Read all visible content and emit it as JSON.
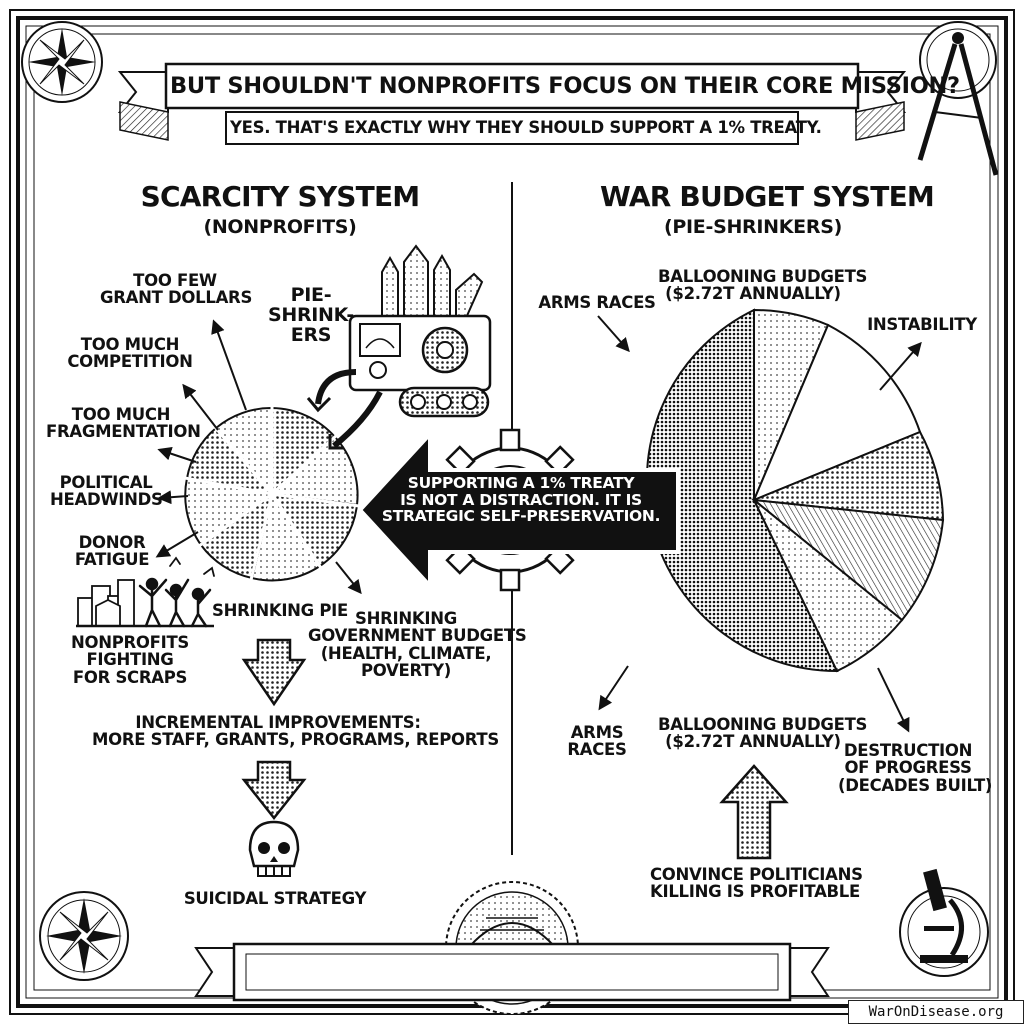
{
  "banner": {
    "title": "BUT SHOULDN'T NONPROFITS FOCUS ON THEIR CORE MISSION?",
    "subtitle": "YES. THAT'S EXACTLY WHY THEY SHOULD SUPPORT A 1% TREATY."
  },
  "left": {
    "title": "SCARCITY SYSTEM",
    "subtitle": "(NONPROFITS)",
    "machine_label": [
      "PIE-",
      "SHRINK-",
      "ERS"
    ],
    "problems": {
      "grant": [
        "TOO FEW",
        "GRANT DOLLARS"
      ],
      "competition": [
        "TOO MUCH",
        "COMPETITION"
      ],
      "fragmentation": [
        "TOO MUCH",
        "FRAGMENTATION"
      ],
      "headwinds": [
        "POLITICAL",
        "HEADWINDS"
      ],
      "fatigue": [
        "DONOR",
        "FATIGUE"
      ],
      "scraps": [
        "NONPROFITS",
        "FIGHTING",
        "FOR SCRAPS"
      ]
    },
    "shrinking_pie": "SHRINKING PIE",
    "shrinking_budgets": [
      "SHRINKING",
      "GOVERNMENT BUDGETS",
      "(HEALTH, CLIMATE,",
      "POVERTY)"
    ],
    "incremental": [
      "INCREMENTAL IMPROVEMENTS:",
      "MORE STAFF, GRANTS, PROGRAMS, REPORTS"
    ],
    "outcome": "SUICIDAL STRATEGY"
  },
  "right": {
    "title": "WAR BUDGET SYSTEM",
    "subtitle": "(PIE-SHRINKERS)",
    "labels": {
      "arms_top": "ARMS RACES",
      "ballooning_top": [
        "BALLOONING BUDGETS",
        "($2.72T ANNUALLY)"
      ],
      "instability": "INSTABILITY",
      "arms_bottom": [
        "ARMS",
        "RACES"
      ],
      "ballooning_bottom": [
        "BALLOONING BUDGETS",
        "($2.72T ANNUALLY)"
      ],
      "destruction": [
        "DESTRUCTION",
        "OF PROGRESS",
        "(DECADES BUILT)"
      ],
      "convince": [
        "CONVINCE POLITICIANS",
        "KILLING IS PROFITABLE"
      ]
    }
  },
  "callout": [
    "SUPPORTING A 1% TREATY",
    "IS NOT A DISTRACTION. IT IS",
    "STRATEGIC SELF-PRESERVATION."
  ],
  "footer": {
    "site": "WarOnDisease.org"
  },
  "icons": [
    "compass-rose-icon",
    "drafting-compass-icon",
    "microscope-icon",
    "seal-icon",
    "gear-icon",
    "skull-icon",
    "robot-machine-icon",
    "missile-icon",
    "city-icon",
    "people-icon"
  ]
}
